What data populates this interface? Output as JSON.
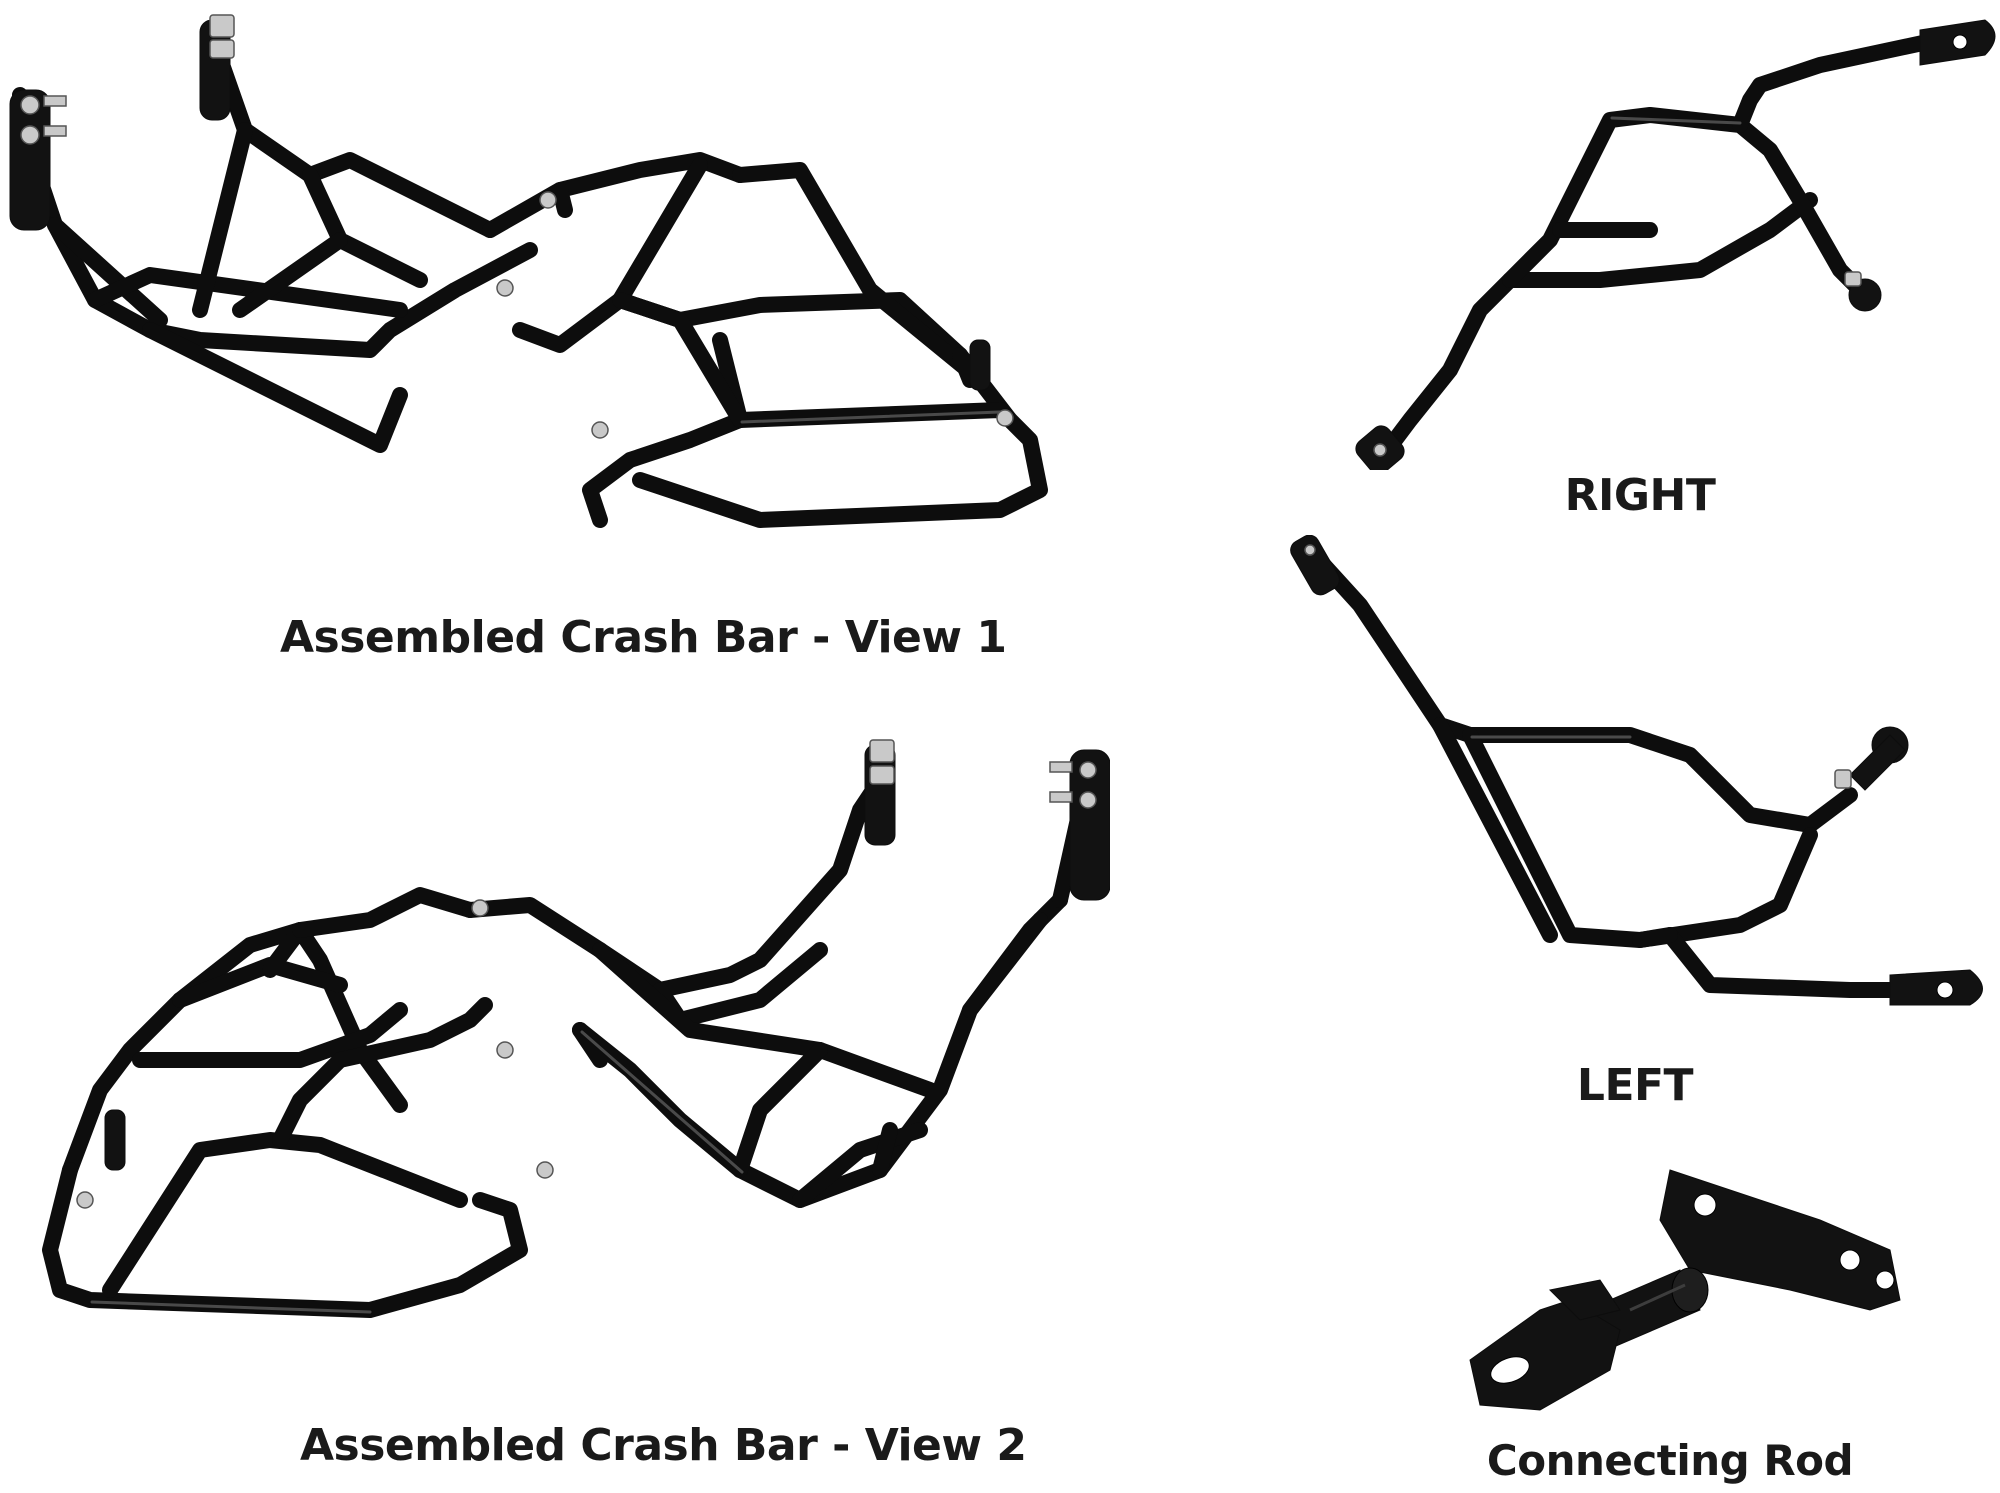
{
  "captions": {
    "view1": "Assembled Crash Bar - View 1",
    "view2": "Assembled Crash Bar - View 2",
    "right": "RIGHT",
    "left": "LEFT",
    "rod": "Connecting Rod"
  },
  "colors": {
    "background": "#ffffff",
    "bar": "#0d0d0d",
    "text": "#1a1a1a"
  }
}
